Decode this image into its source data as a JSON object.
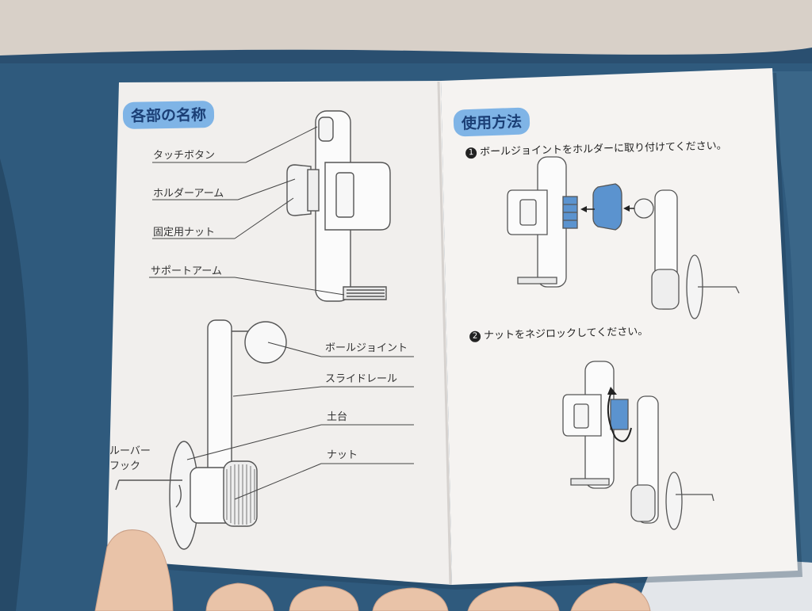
{
  "left_page": {
    "title": "各部の名称",
    "labels": {
      "touch_button": "タッチボタン",
      "holder_arm": "ホルダーアーム",
      "fixing_nut": "固定用ナット",
      "support_arm": "サポートアーム",
      "ball_joint": "ボールジョイント",
      "slide_rail": "スライドレール",
      "base": "土台",
      "nut": "ナット",
      "louver_hook_line1": "ルーバー",
      "louver_hook_line2": "フック"
    }
  },
  "right_page": {
    "title": "使用方法",
    "step1": {
      "num": "1",
      "text": "ボールジョイントをホルダーに取り付けてください。"
    },
    "step2": {
      "num": "2",
      "text": "ナットをネジロックしてください。"
    }
  },
  "colors": {
    "accent_blue": "#5b93cf",
    "title_text": "#1b3f76",
    "background_fabric": "#2d5577",
    "paper": "#f4f2f0"
  }
}
